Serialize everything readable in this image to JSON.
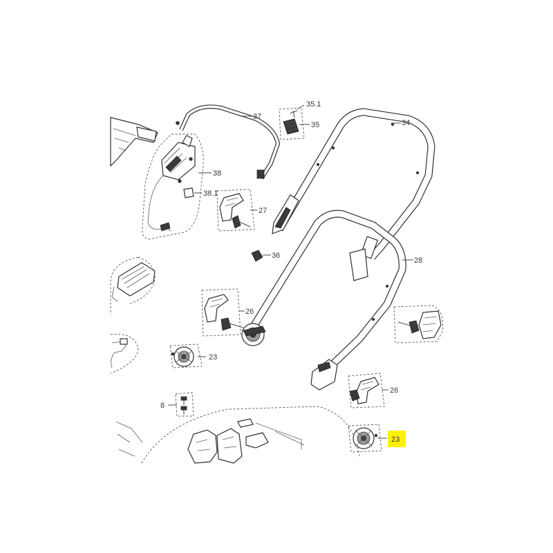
{
  "callouts": [
    {
      "text": "37"
    },
    {
      "text": "35.1"
    },
    {
      "text": "35"
    },
    {
      "text": "34"
    },
    {
      "text": "38"
    },
    {
      "text": "38.1"
    },
    {
      "text": "27"
    },
    {
      "text": "36"
    },
    {
      "text": "28"
    },
    {
      "text": "26"
    },
    {
      "text": "23"
    },
    {
      "text": "26"
    },
    {
      "text": "8"
    },
    {
      "text": "23"
    }
  ],
  "highlighted_part": "23",
  "colors": {
    "background": "#ffffff",
    "linework": "#2f2f2f",
    "label_text": "#3a3a3a",
    "highlight": "#fff200"
  }
}
